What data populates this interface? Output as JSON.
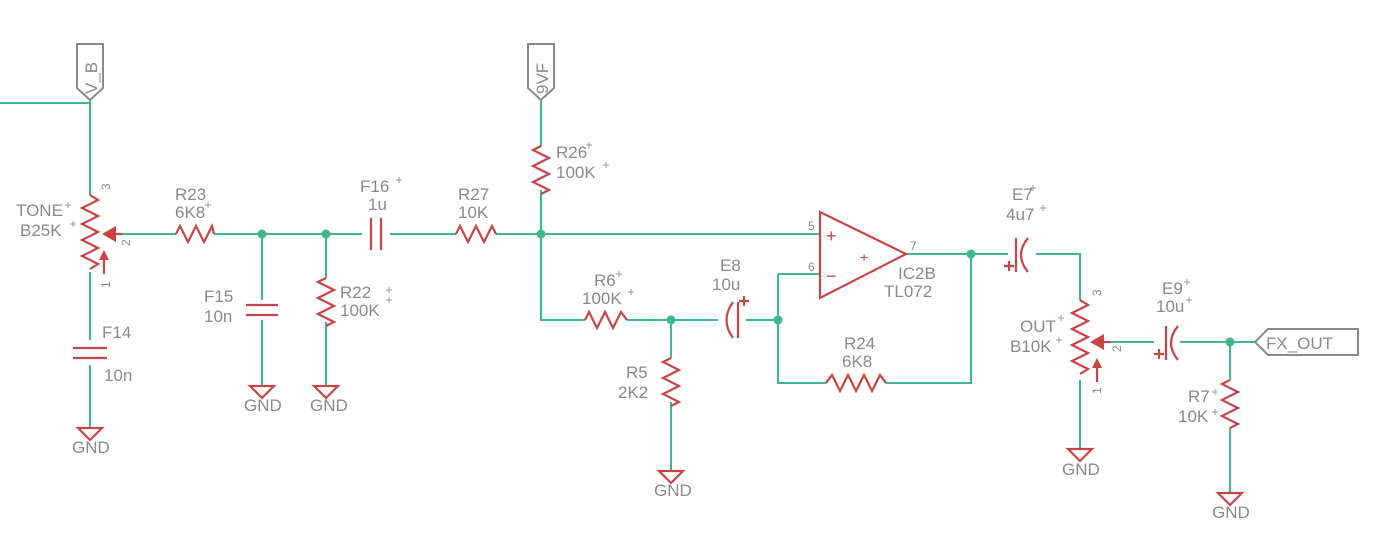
{
  "ports": {
    "vb": "V_B",
    "v9": "9VF",
    "fxout": "FX_OUT"
  },
  "components": {
    "tone": {
      "name": "TONE",
      "value": "B25K",
      "p1": "1",
      "p2": "2",
      "p3": "3"
    },
    "r23": {
      "name": "R23",
      "value": "6K8"
    },
    "f15": {
      "name": "F15",
      "value": "10n"
    },
    "r22": {
      "name": "R22",
      "value": "100K"
    },
    "f14": {
      "name": "F14",
      "value": "10n"
    },
    "f16": {
      "name": "F16",
      "value": "1u"
    },
    "r27": {
      "name": "R27",
      "value": "10K"
    },
    "r26": {
      "name": "R26",
      "value": "100K"
    },
    "r6": {
      "name": "R6",
      "value": "100K"
    },
    "e8": {
      "name": "E8",
      "value": "10u"
    },
    "r5": {
      "name": "R5",
      "value": "2K2"
    },
    "ic2b": {
      "name": "IC2B",
      "value": "TL072",
      "pin5": "5",
      "pin6": "6",
      "pin7": "7",
      "plus": "+",
      "minus": "−"
    },
    "r24": {
      "name": "R24",
      "value": "6K8"
    },
    "e7": {
      "name": "E7",
      "value": "4u7"
    },
    "out": {
      "name": "OUT",
      "value": "B10K",
      "p1": "1",
      "p2": "2",
      "p3": "3"
    },
    "e9": {
      "name": "E9",
      "value": "10u"
    },
    "r7": {
      "name": "R7",
      "value": "10K"
    }
  },
  "gnd_label": "GND",
  "colors": {
    "wire": "#3cb88a",
    "part": "#c94444",
    "label": "#8a8a8a"
  }
}
